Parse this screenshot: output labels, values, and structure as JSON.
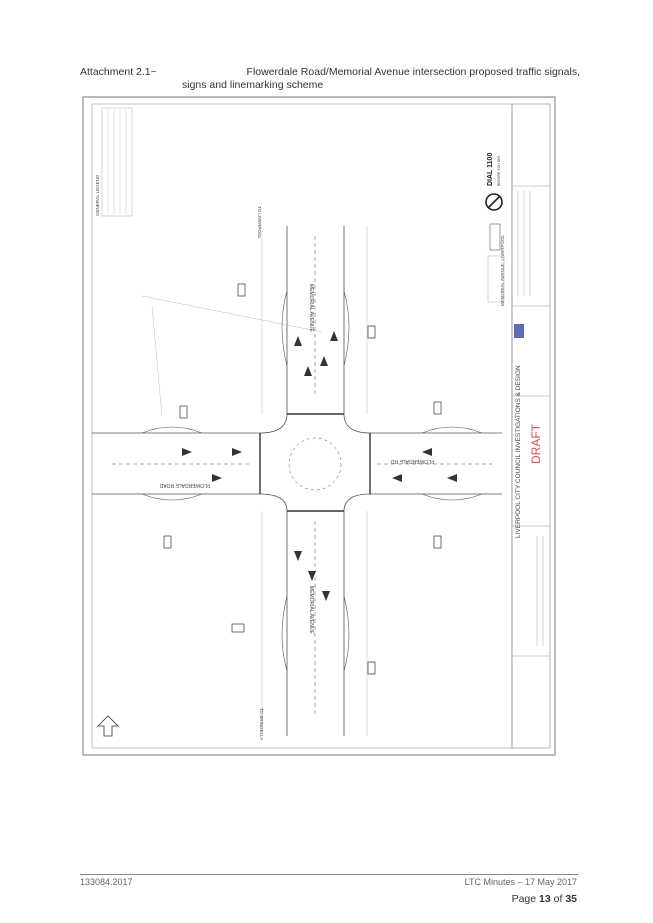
{
  "caption": {
    "label": "Attachment 2.1~",
    "title_line1": "Flowerdale Road/Memorial Avenue intersection proposed traffic signals,",
    "title_line2": "signs and linemarking scheme"
  },
  "drawing": {
    "road_labels": {
      "flowerdale_west": "FLOWERDALE ROAD",
      "flowerdale_east": "FLOWERDALE RD",
      "memorial_north": "MEMORIAL AVENUE",
      "memorial_south": "MEMORIAL AVENUE",
      "to_liverpool": "TO LIVERPOOL",
      "to_bringelly": "TO BRINGELLY"
    },
    "draft_stamp": "DRAFT",
    "council_banner": "LIVERPOOL CITY COUNCIL INVESTIGATIONS & DESIGN",
    "legend_heading": "GENERAL LEGEND",
    "dial_line1": "DIAL 1100",
    "dial_line2": "BEFORE YOU DIG",
    "project_title": "MEMORIAL AVENUE, LIVERPOOL"
  },
  "footer": {
    "doc_ref": "133084.2017",
    "meeting": "LTC Minutes – 17 May 2017",
    "page_prefix": "Page",
    "page_current": "13",
    "page_of": "of",
    "page_total": "35"
  },
  "colors": {
    "draft_red": "#d9534f",
    "line_gray": "#555555",
    "logo_blue": "#5b6fb0"
  }
}
